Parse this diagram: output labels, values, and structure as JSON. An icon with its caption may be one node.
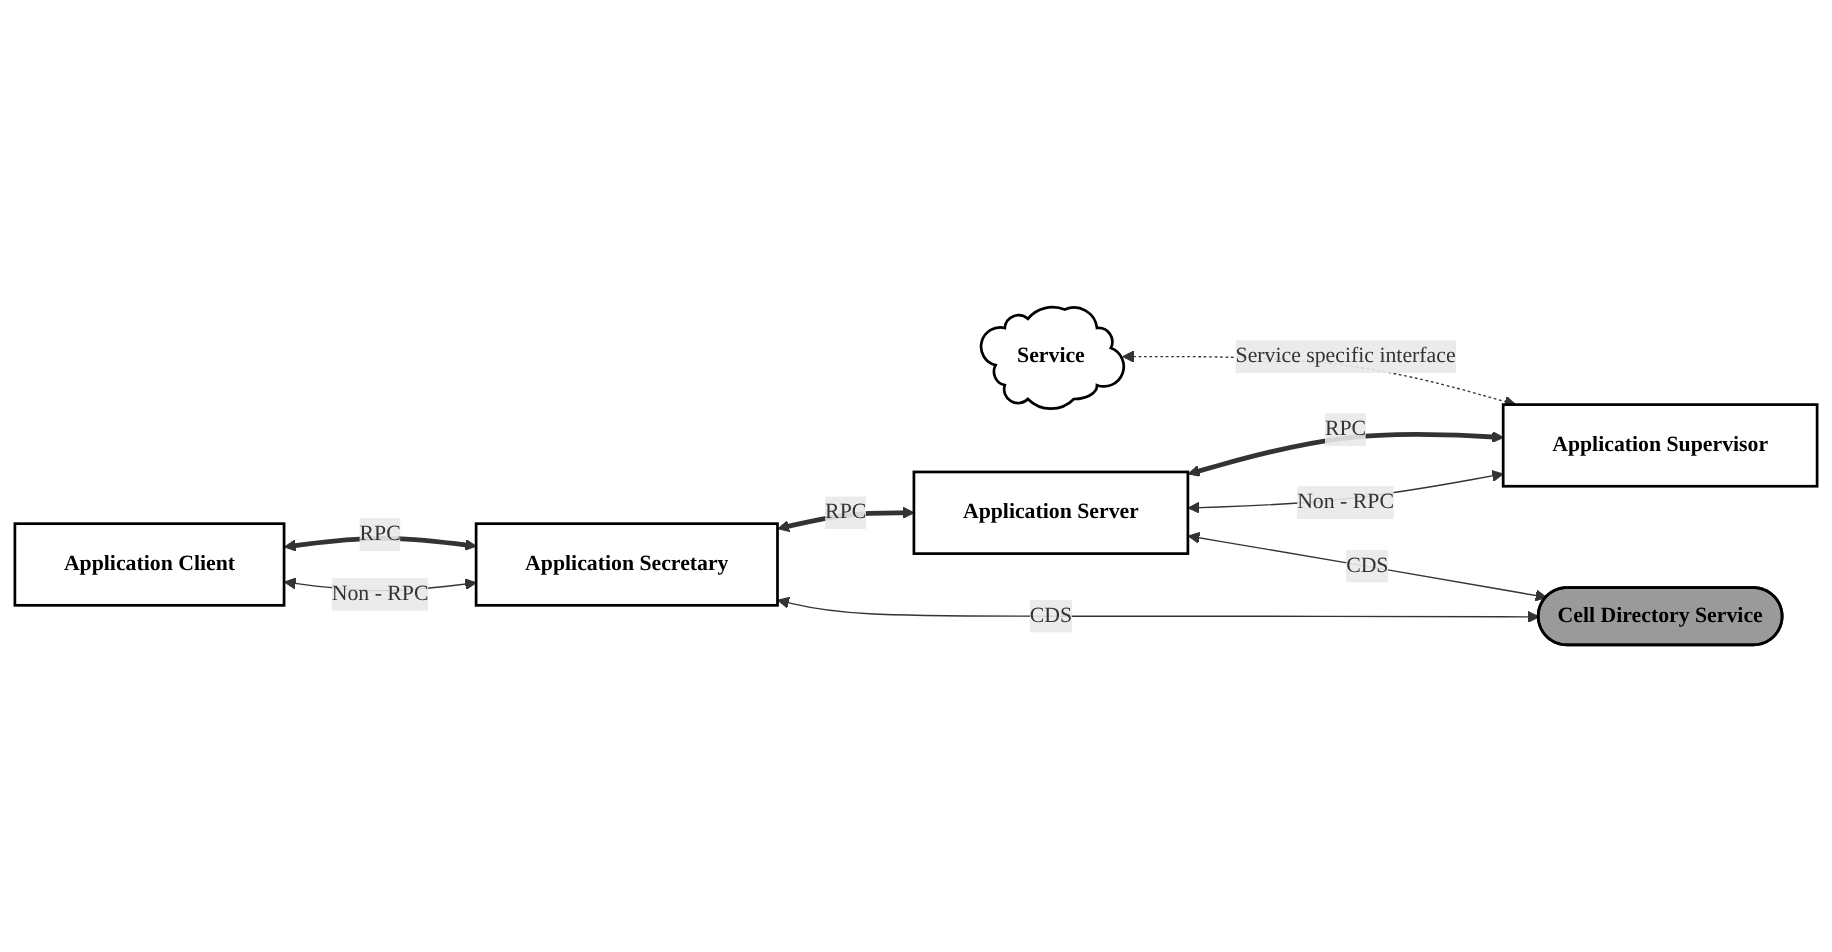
{
  "diagram": {
    "nodes": [
      {
        "text": [
          "Application Client"
        ]
      },
      {
        "text": [
          "Application Secretary"
        ]
      },
      {
        "text": [
          "Application Server"
        ]
      },
      {
        "text": [
          "Application Supervisor"
        ]
      },
      {
        "text": [
          "Service"
        ]
      },
      {
        "text": [
          "Cell Directory Service"
        ]
      }
    ],
    "edges": [
      {
        "from": 0,
        "to": 1,
        "arrow": "both",
        "label": "Non - RPC"
      },
      {
        "from": 0,
        "to": 1,
        "arrow": "both",
        "label": "RPC",
        "style": "thick"
      },
      {
        "from": 1,
        "to": 2,
        "arrow": "both",
        "label": "RPC",
        "style": "thick"
      },
      {
        "from": 2,
        "to": 3,
        "arrow": "both",
        "label": "Non - RPC"
      },
      {
        "from": 2,
        "to": 3,
        "arrow": "both",
        "label": "RPC",
        "style": "thick"
      },
      {
        "from": 4,
        "to": 3,
        "arrow": "both",
        "label": "Service specific interface",
        "style": "dashed"
      },
      {
        "from": 1,
        "to": 5,
        "arrow": "both",
        "label": "CDS"
      },
      {
        "from": 2,
        "to": 5,
        "arrow": "both",
        "label": "CDS"
      }
    ]
  }
}
